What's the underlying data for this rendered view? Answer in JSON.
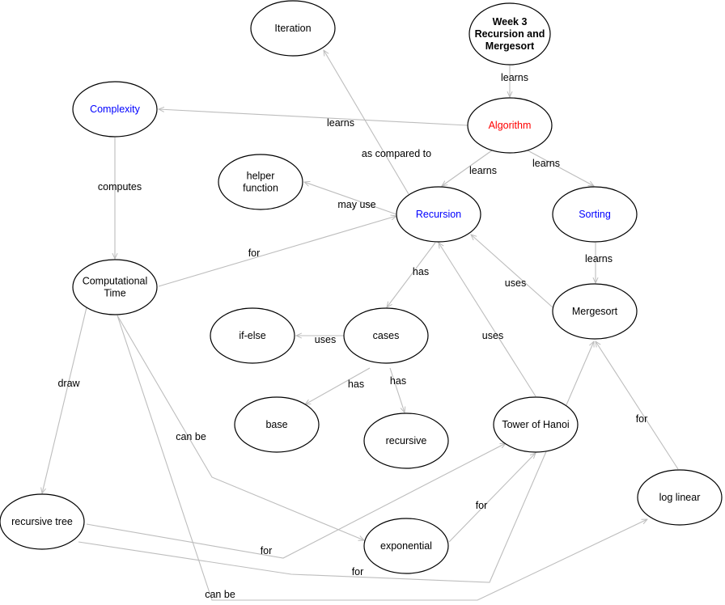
{
  "colors": {
    "default_text": "#000000",
    "highlight_red": "#ff0000",
    "highlight_blue": "#0000ff",
    "edge": "#bdbdbd",
    "node_border": "#000000"
  },
  "nodes": {
    "week3": {
      "lines": [
        "Week 3",
        "Recursion and",
        "Mergesort"
      ],
      "color": "#000000",
      "bold": true
    },
    "iteration": {
      "lines": [
        "Iteration"
      ],
      "color": "#000000",
      "bold": false
    },
    "complexity": {
      "lines": [
        "Complexity"
      ],
      "color": "#0000ff",
      "bold": false
    },
    "algorithm": {
      "lines": [
        "Algorithm"
      ],
      "color": "#ff0000",
      "bold": false
    },
    "helper": {
      "lines": [
        "helper",
        "function"
      ],
      "color": "#000000",
      "bold": false
    },
    "recursion": {
      "lines": [
        "Recursion"
      ],
      "color": "#0000ff",
      "bold": false
    },
    "sorting": {
      "lines": [
        "Sorting"
      ],
      "color": "#0000ff",
      "bold": false
    },
    "comptime": {
      "lines": [
        "Computational",
        "Time"
      ],
      "color": "#000000",
      "bold": false
    },
    "mergesort": {
      "lines": [
        "Mergesort"
      ],
      "color": "#000000",
      "bold": false
    },
    "ifelse": {
      "lines": [
        "if-else"
      ],
      "color": "#000000",
      "bold": false
    },
    "cases": {
      "lines": [
        "cases"
      ],
      "color": "#000000",
      "bold": false
    },
    "base": {
      "lines": [
        "base"
      ],
      "color": "#000000",
      "bold": false
    },
    "recursive": {
      "lines": [
        "recursive"
      ],
      "color": "#000000",
      "bold": false
    },
    "hanoi": {
      "lines": [
        "Tower of Hanoi"
      ],
      "color": "#000000",
      "bold": false
    },
    "loglinear": {
      "lines": [
        "log linear"
      ],
      "color": "#000000",
      "bold": false
    },
    "rectree": {
      "lines": [
        "recursive tree"
      ],
      "color": "#000000",
      "bold": false
    },
    "exponential": {
      "lines": [
        "exponential"
      ],
      "color": "#000000",
      "bold": false
    }
  },
  "edges": [
    {
      "id": "week3-algorithm",
      "from": "week3",
      "to": "algorithm",
      "label": "learns"
    },
    {
      "id": "algorithm-complexity",
      "from": "algorithm",
      "to": "complexity",
      "label": "learns"
    },
    {
      "id": "algorithm-recursion",
      "from": "algorithm",
      "to": "recursion",
      "label": "learns"
    },
    {
      "id": "algorithm-sorting",
      "from": "algorithm",
      "to": "sorting",
      "label": "learns"
    },
    {
      "id": "recursion-iteration",
      "from": "recursion",
      "to": "iteration",
      "label": "as compared to"
    },
    {
      "id": "recursion-helper",
      "from": "recursion",
      "to": "helper",
      "label": "may use"
    },
    {
      "id": "complexity-comptime",
      "from": "complexity",
      "to": "comptime",
      "label": "computes"
    },
    {
      "id": "comptime-recursion",
      "from": "comptime",
      "to": "recursion",
      "label": "for"
    },
    {
      "id": "sorting-mergesort",
      "from": "sorting",
      "to": "mergesort",
      "label": "learns"
    },
    {
      "id": "mergesort-recursion",
      "from": "mergesort",
      "to": "recursion",
      "label": "uses"
    },
    {
      "id": "recursion-cases",
      "from": "recursion",
      "to": "cases",
      "label": "has"
    },
    {
      "id": "cases-ifelse",
      "from": "cases",
      "to": "ifelse",
      "label": "uses"
    },
    {
      "id": "cases-base",
      "from": "cases",
      "to": "base",
      "label": "has"
    },
    {
      "id": "cases-recursive",
      "from": "cases",
      "to": "recursive",
      "label": "has"
    },
    {
      "id": "hanoi-recursion",
      "from": "hanoi",
      "to": "recursion",
      "label": "uses"
    },
    {
      "id": "comptime-rectree",
      "from": "comptime",
      "to": "rectree",
      "label": "draw"
    },
    {
      "id": "comptime-exponential",
      "from": "comptime",
      "to": "exponential",
      "label": "can be"
    },
    {
      "id": "comptime-loglinear",
      "from": "comptime",
      "to": "loglinear",
      "label": "can be"
    },
    {
      "id": "loglinear-mergesort",
      "from": "loglinear",
      "to": "mergesort",
      "label": "for"
    },
    {
      "id": "exponential-hanoi",
      "from": "exponential",
      "to": "hanoi",
      "label": "for"
    },
    {
      "id": "rectree-hanoi",
      "from": "rectree",
      "to": "hanoi",
      "label": "for"
    },
    {
      "id": "rectree-mergesort",
      "from": "rectree",
      "to": "mergesort",
      "label": "for"
    }
  ]
}
